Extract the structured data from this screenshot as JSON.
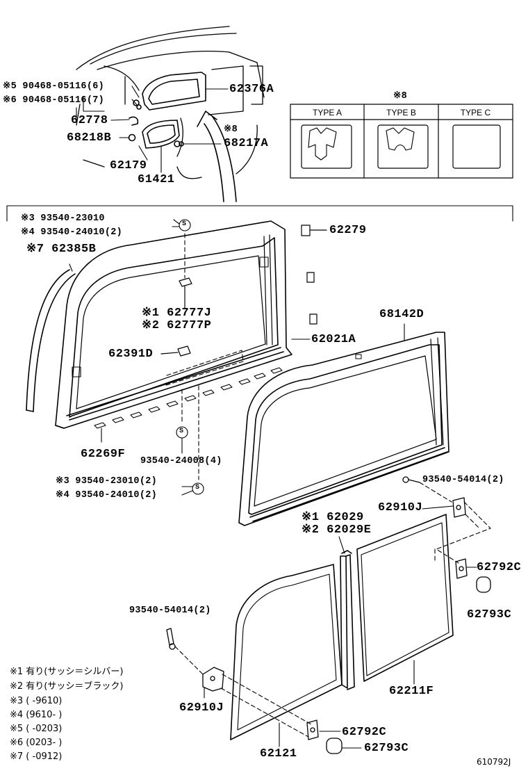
{
  "labels": {
    "l62376A": "62376A",
    "l90468_6": "※5 90468-05116(6)",
    "l90468_7": "※6 90468-05116(7)",
    "l62778": "62778",
    "l68218B": "68218B",
    "l62179": "62179",
    "l61421": "61421",
    "l68217A": "68217A",
    "m8": "※8",
    "m8b": "※8",
    "l93540_23010": "※3 93540-23010",
    "l93540_24010": "※4 93540-24010(2)",
    "l62385B": "※7 62385B",
    "l62279": "62279",
    "l62777J": "※1 62777J",
    "l62777P": "※2 62777P",
    "l62391D": "62391D",
    "l68142D": "68142D",
    "l62021A": "62021A",
    "l62269F": "62269F",
    "l93540_24008": "93540-24008(4)",
    "l93540_23010b": "※3 93540-23010(2)",
    "l93540_24010b": "※4 93540-24010(2)",
    "l93540_54014a": "93540-54014(2)",
    "l62910Ja": "62910J",
    "l62029": "※1 62029",
    "l62029E": "※2 62029E",
    "l62792Ca": "62792C",
    "l62793Ca": "62793C",
    "l93540_54014b": "93540-54014(2)",
    "l62211F": "62211F",
    "l62910Jb": "62910J",
    "l62792Cb": "62792C",
    "l62793Cb": "62793C",
    "l62121": "62121",
    "diagram_id": "610792J",
    "s_mark": "S"
  },
  "types": [
    "TYPE A",
    "TYPE B",
    "TYPE C"
  ],
  "notes": [
    "※1 有り(サッシ＝シルバー)",
    "※2 有り(サッシ＝ブラック)",
    "※3 (     -9610)",
    "※4 (9610-     )",
    "※5 (     -0203)",
    "※6 (0203-     )",
    "※7 (     -0912)"
  ]
}
